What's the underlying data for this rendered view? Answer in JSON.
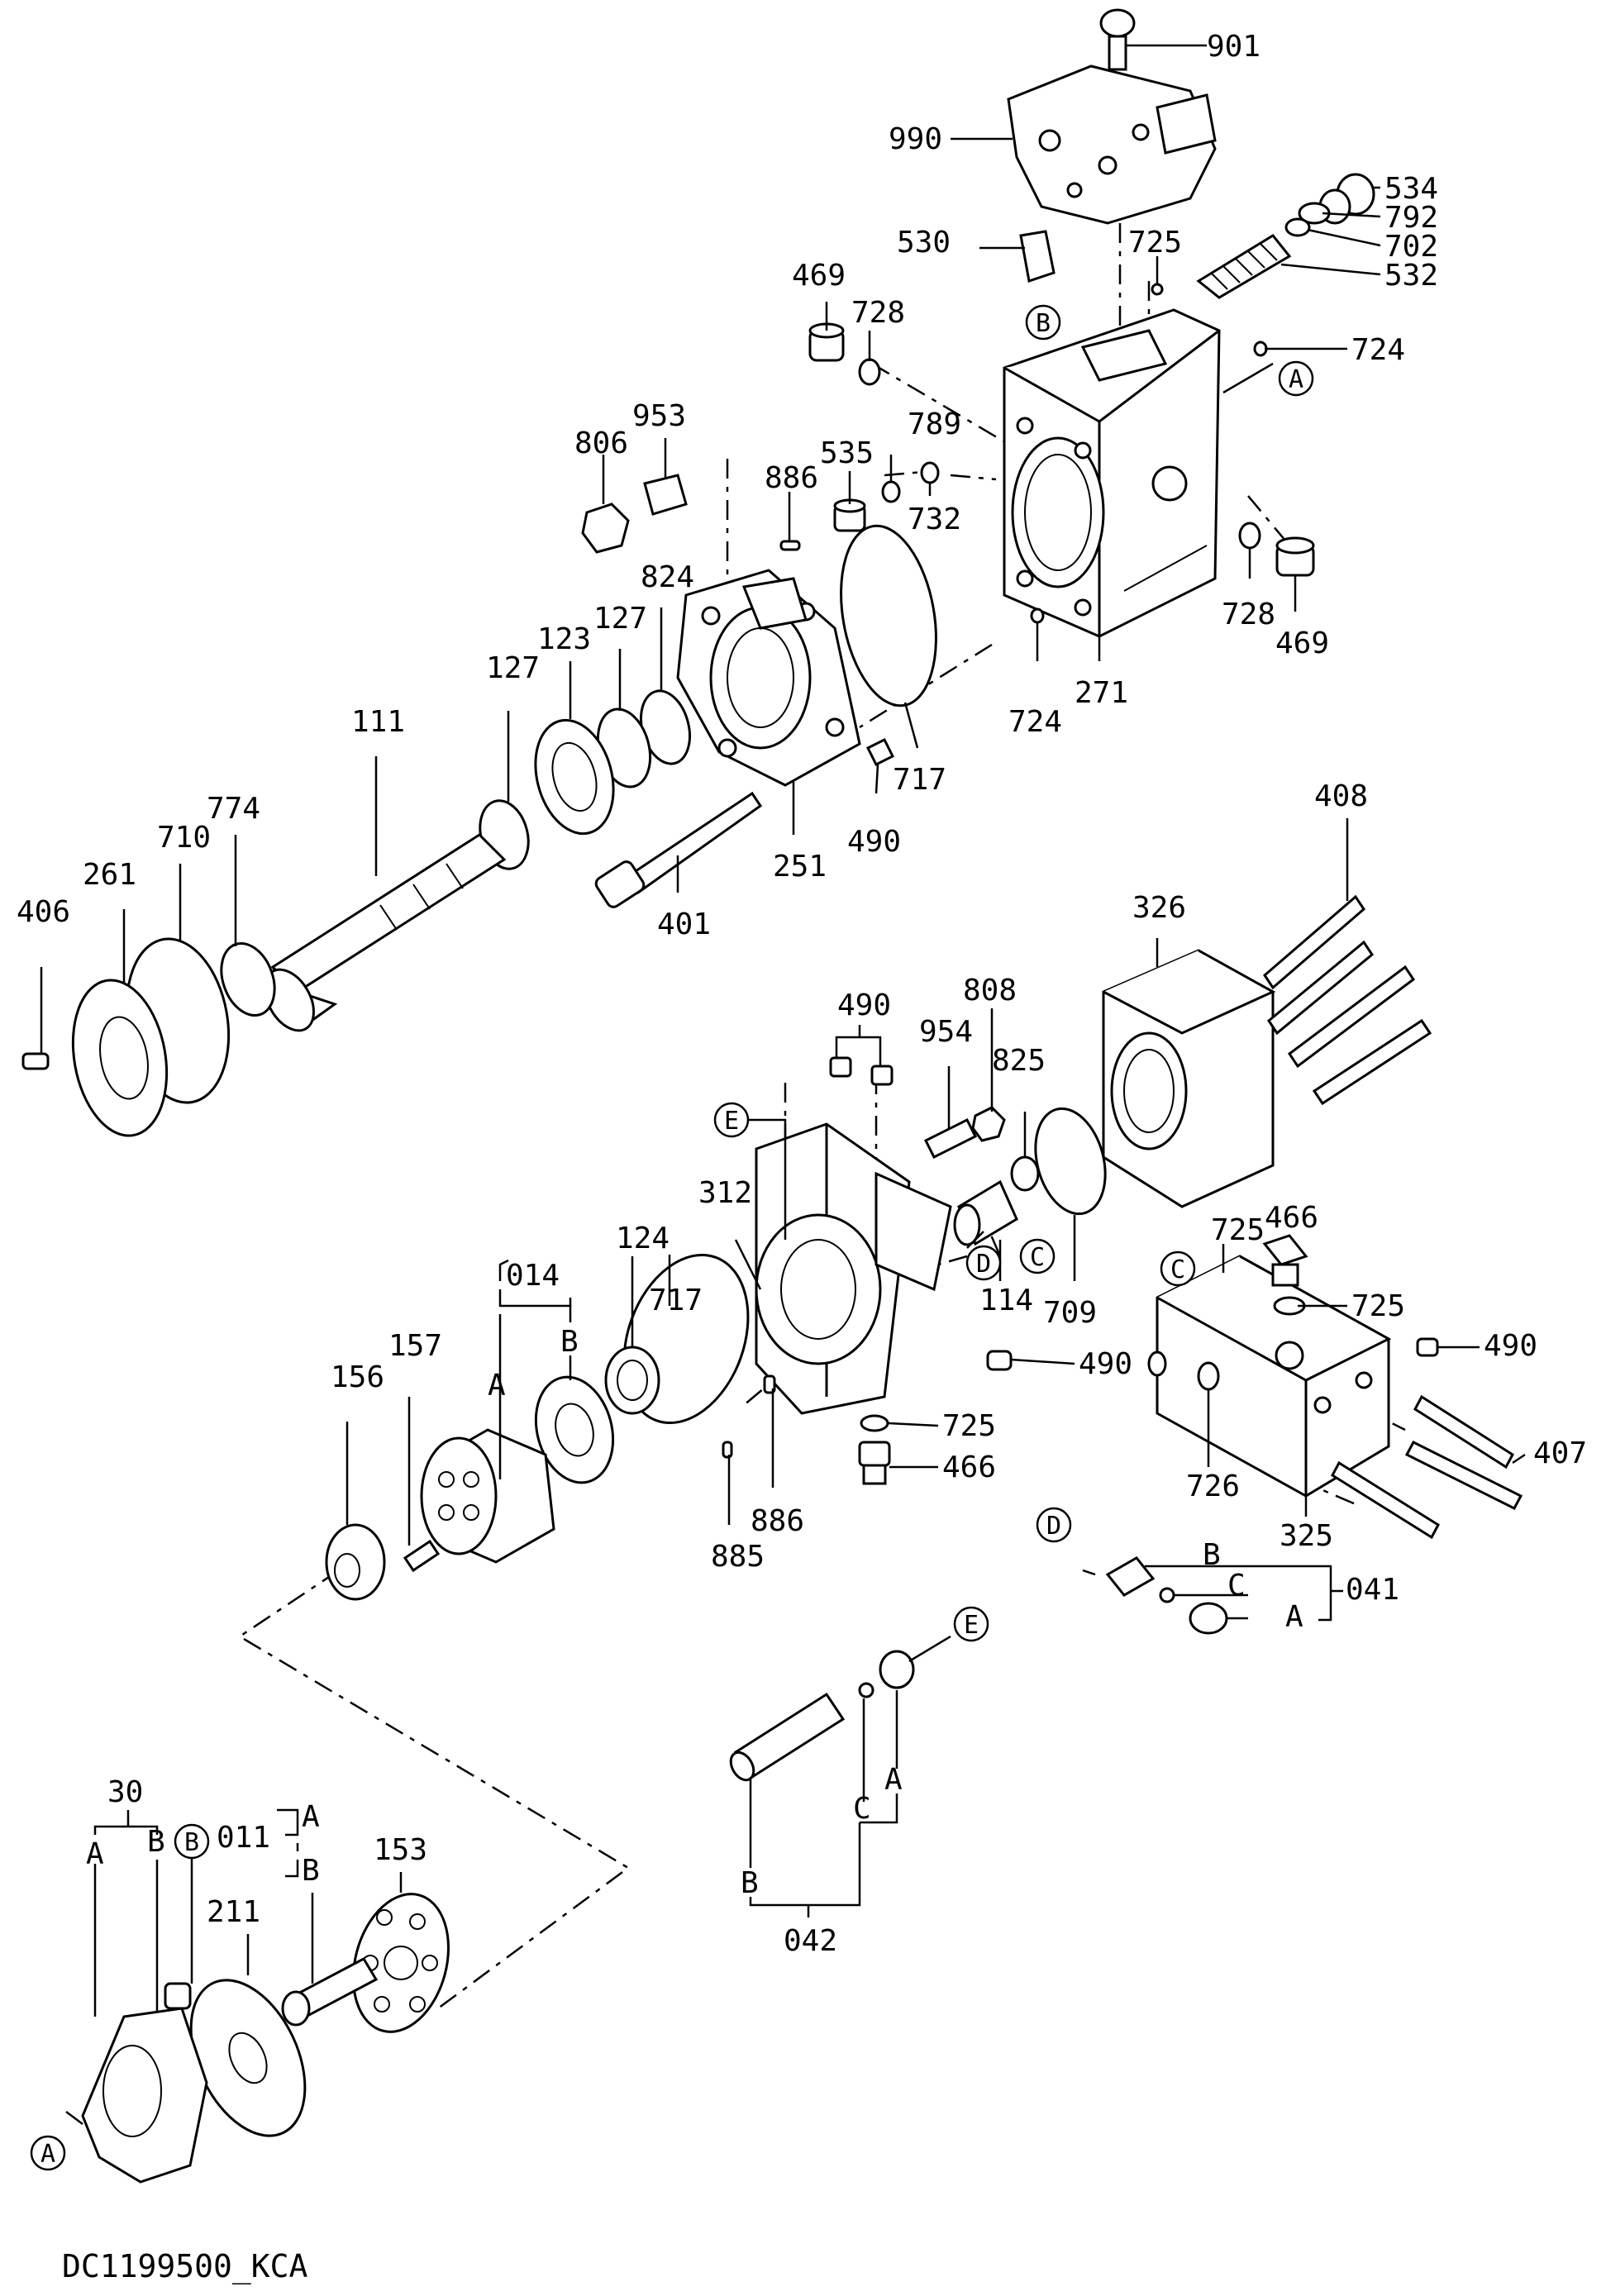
{
  "parts": {
    "p901": "901",
    "p990": "990",
    "p534": "534",
    "p792": "792",
    "p702": "702",
    "p532": "532",
    "p530": "530",
    "p725a": "725",
    "p469a": "469",
    "p728a": "728",
    "p724a": "724",
    "p806": "806",
    "p953": "953",
    "p535": "535",
    "p789": "789",
    "p732": "732",
    "p886a": "886",
    "p824": "824",
    "p127a": "127",
    "p123": "123",
    "p127b": "127",
    "p111": "111",
    "p728b": "728",
    "p469b": "469",
    "p724b": "724",
    "p271": "271",
    "p717a": "717",
    "p490a": "490",
    "p251": "251",
    "p401": "401",
    "p774": "774",
    "p710": "710",
    "p261": "261",
    "p406": "406",
    "p408": "408",
    "p326": "326",
    "p490b": "490",
    "p808": "808",
    "p954": "954",
    "p825": "825",
    "p312": "312",
    "p709": "709",
    "p114": "114",
    "p725b": "725",
    "p466a": "466",
    "p725c": "725",
    "p490c": "490",
    "p124": "124",
    "p014": "014",
    "p014A": "A",
    "p014B": "B",
    "p717b": "717",
    "p157": "157",
    "p156": "156",
    "p490d": "490",
    "p725d": "725",
    "p466b": "466",
    "p886b": "886",
    "p885": "885",
    "p726": "726",
    "p325": "325",
    "p407": "407",
    "p041": "041",
    "p041A": "A",
    "p041B": "B",
    "p041C": "C",
    "p042": "042",
    "p042A": "A",
    "p042B": "B",
    "p042C": "C",
    "p011": "011",
    "p011A": "A",
    "p011B": "B",
    "p153": "153",
    "p211": "211",
    "p30": "30",
    "p30A": "A",
    "p30B": "B"
  },
  "markers": {
    "mB1": "B",
    "mA1": "A",
    "mE1": "E",
    "mD1": "D",
    "mC1": "C",
    "mC2": "C",
    "mD2": "D",
    "mE2": "E",
    "mB2": "B",
    "mA2": "A"
  },
  "caption": "DC1199500_KCA"
}
